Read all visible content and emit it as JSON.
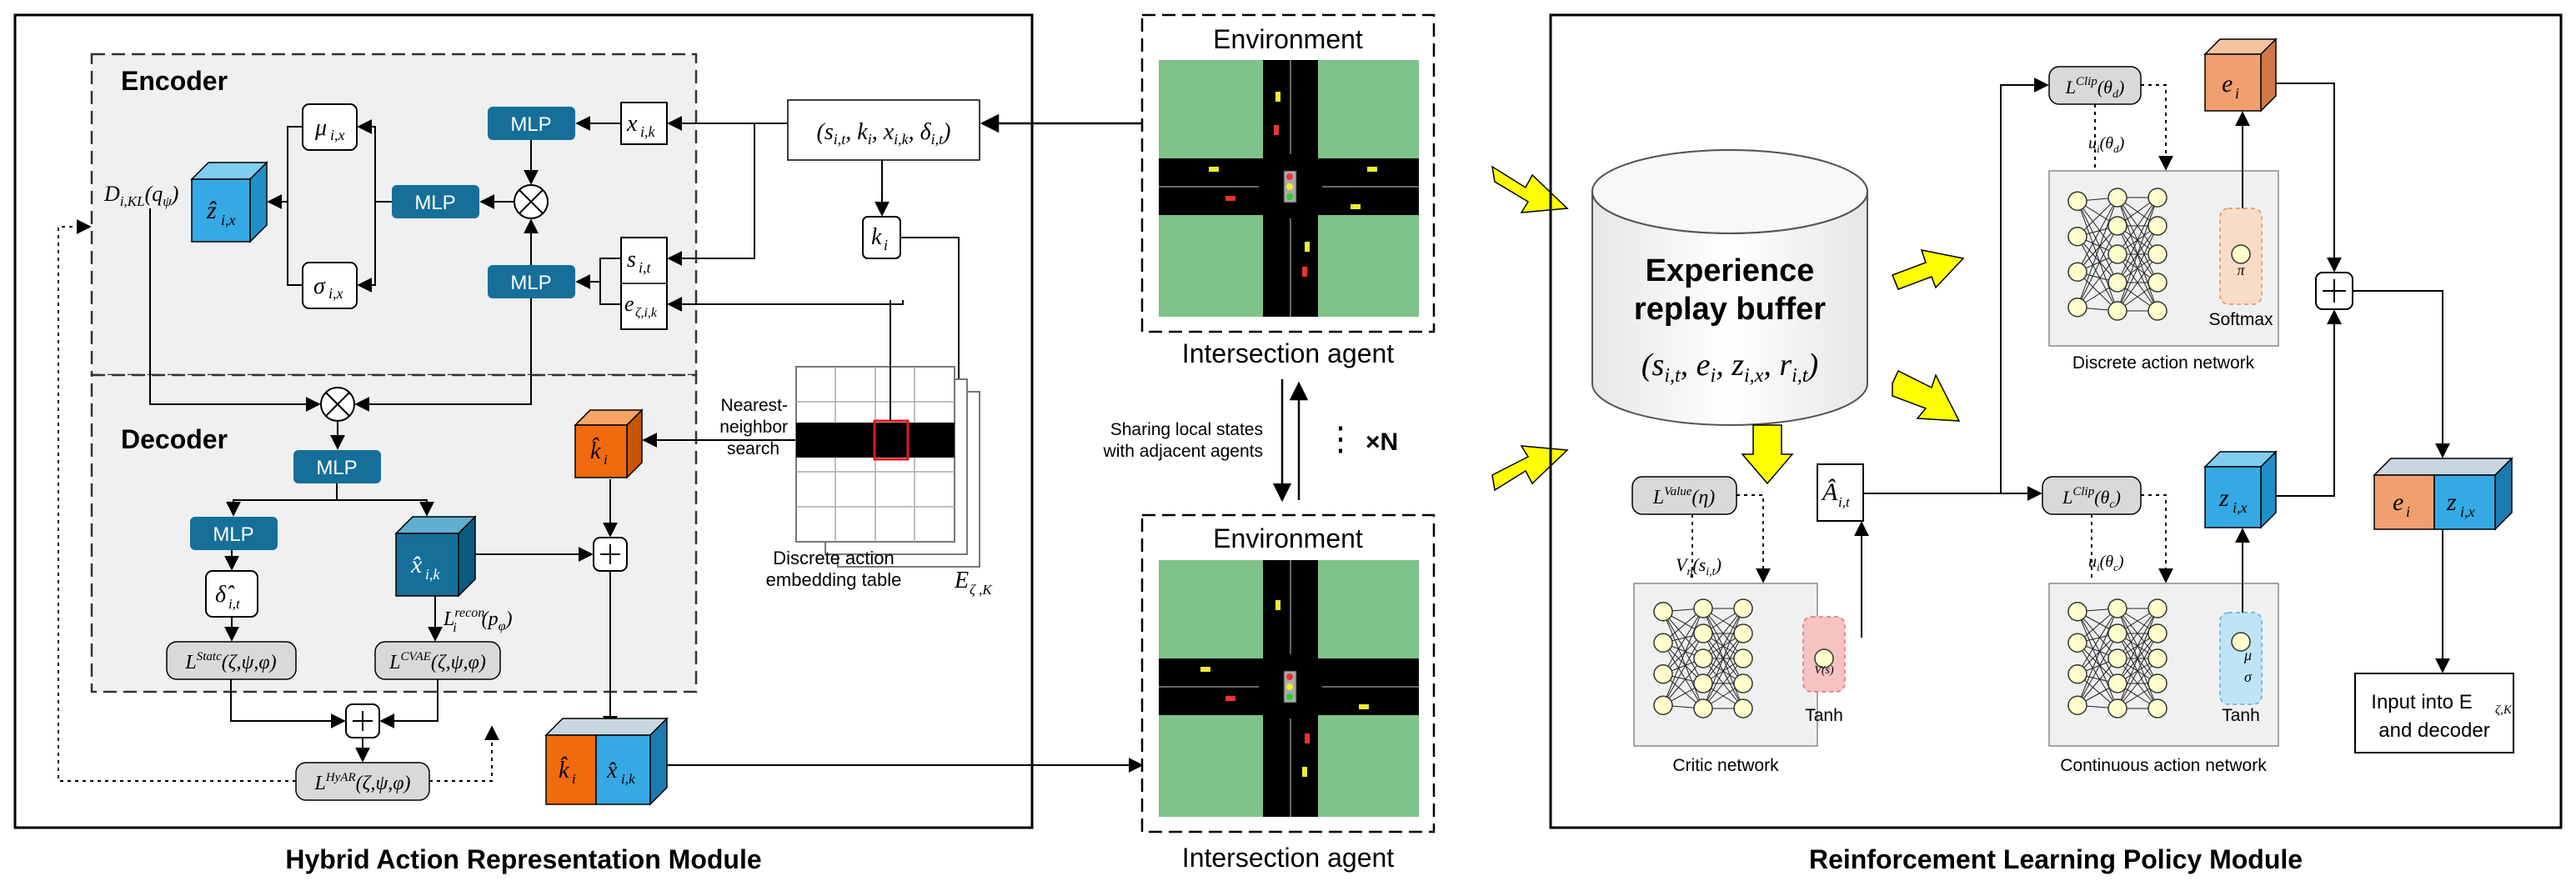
{
  "modules": {
    "left_title": "Hybrid Action Representation Module",
    "right_title": "Reinforcement Learning Policy Module"
  },
  "encoder": {
    "title": "Encoder",
    "mlp": "MLP",
    "mu": "μ",
    "mu_sub": "i,x",
    "sigma": "σ",
    "sigma_sub": "i,x",
    "z": "ẑ",
    "z_sub": "i,x",
    "dkl": "D",
    "dkl_sub": "i,KL",
    "dkl_arg": "(q",
    "dkl_arg_sub": "ψ",
    "dkl_arg_end": ")",
    "x": "x",
    "x_sub": "i,k",
    "s": "s",
    "s_sub": "i,t",
    "e": "e",
    "e_sub": "ζ,i,k",
    "tuple": "(s",
    "tuple_text": "(s_{i,t}, k_i, x_{i,k}, δ_{i,t})",
    "k": "k",
    "k_sub": "i"
  },
  "decoder": {
    "title": "Decoder",
    "mlp": "MLP",
    "delta_hat": "δ̂",
    "delta_sub": "i,t",
    "x_hat": "x̂",
    "x_hat_sub": "i,k",
    "lrecon": "L",
    "lrecon_sub": "i",
    "lrecon_sup": "recon",
    "lrecon_arg": "(p",
    "lrecon_arg_sub": "φ",
    "lrecon_arg_end": ")",
    "lstatc": "L",
    "lstatc_sup": "Statc",
    "lstatc_arg": "(ζ,ψ,φ)",
    "lcvae": "L",
    "lcvae_sup": "CVAE",
    "lcvae_arg": "(ζ,ψ,φ)",
    "lhyar": "L",
    "lhyar_sup": "HyAR",
    "lhyar_arg": "(ζ,ψ,φ)",
    "k_hat": "k̂",
    "k_hat_sub": "i",
    "plus": "+",
    "otimes": "⊗"
  },
  "table": {
    "search_line1": "Nearest-",
    "search_line2": "neighbor",
    "search_line3": "search",
    "caption_line1": "Discrete action",
    "caption_line2": "embedding table",
    "symbol": "E",
    "symbol_sub": "ζ ,K"
  },
  "middle": {
    "env_label": "Environment",
    "agent_label": "Intersection agent",
    "sharing_line1": "Sharing local states",
    "sharing_line2": "with adjacent agents",
    "dots": "⋮",
    "times_n": "×N"
  },
  "rl": {
    "buffer_line1": "Experience",
    "buffer_line2": "replay buffer",
    "buffer_tuple": "(s_{i,t}, e_i, z_{i,x}, r_{i,t})",
    "lvalue": "L",
    "lvalue_sup": "Value",
    "lvalue_arg": "(η)",
    "v_label": "V",
    "v_sub": "η",
    "v_arg": "(s_{i,t})",
    "a_hat": "Â",
    "a_hat_sub": "i,t",
    "critic_caption": "Critic network",
    "tanh": "Tanh",
    "vs": "V(s)",
    "lclip_d": "L",
    "lclip_d_sup": "Clip",
    "lclip_d_arg": "(θ_d)",
    "u_d": "u_i(θ_d)",
    "lclip_c": "L",
    "lclip_c_sup": "Clip",
    "lclip_c_arg": "(θ_c)",
    "u_c": "u_i(θ_c)",
    "discrete_caption": "Discrete action network",
    "continuous_caption": "Continuous action network",
    "softmax": "Softmax",
    "pi": "π",
    "mu": "μ",
    "sigma": "σ",
    "e_i": "e",
    "e_sub": "i",
    "z_ix": "z",
    "z_sub": "i,x",
    "plus": "+",
    "input_line1": "Input into E",
    "input_line1_sub": "ζ,K",
    "input_line2": "and decoder"
  },
  "colors": {
    "mlp_fill": "#156f99",
    "cube_blue": "#35a9e3",
    "cube_orange": "#f06a0e",
    "cube_salmon": "#f0a06f",
    "panel_gray": "#f0f0f0",
    "pill_gray": "#d9d9d9",
    "node_fill": "#ffffcc",
    "road_green": "#7fc28a",
    "arrow_yellow": "#ffff00"
  },
  "icons": {
    "otimes": "circle-times-icon",
    "plus": "circle-plus-icon",
    "yellow_arrow": "thick-yellow-arrow-icon",
    "cube": "3d-cube-icon",
    "intersection": "traffic-intersection-icon",
    "cylinder": "database-cylinder-icon"
  }
}
